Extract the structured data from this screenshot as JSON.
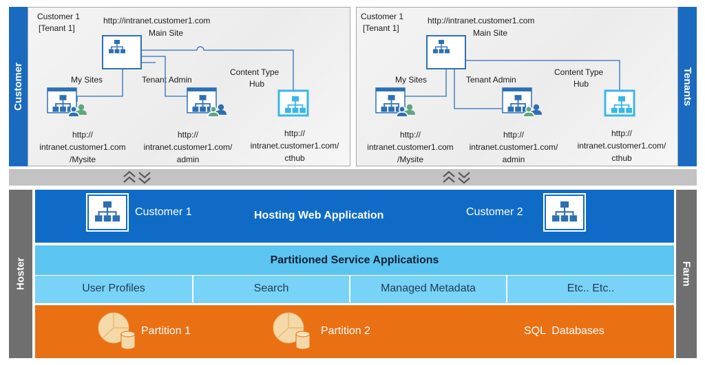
{
  "sidebars": {
    "customer": "Customer",
    "tenants": "Tenants",
    "hoster": "Hoster",
    "farm": "Farm"
  },
  "tenants": [
    {
      "tenant_name": "Customer 1",
      "tenant_id": "[Tenant 1]",
      "main_site_url": "http://intranet.customer1.com",
      "main_site_label": "Main Site",
      "my_sites_label": "My Sites",
      "tenant_admin_label": "Tenant Admin",
      "content_type_hub_label_1": "Content Type",
      "content_type_hub_label_2": "Hub",
      "my_sites_url": [
        "http://",
        "intranet.customer1.com",
        "/Mysite"
      ],
      "admin_url": [
        "http://",
        "intranet.customer1.com/",
        "admin"
      ],
      "cthub_url": [
        "http://",
        "intranet.customer1.com/",
        "cthub"
      ]
    },
    {
      "tenant_name": "Customer 1",
      "tenant_id": "[Tenant 1]",
      "main_site_url": "http://intranet.customer1.com",
      "main_site_label": "Main Site",
      "my_sites_label": "My Sites",
      "tenant_admin_label": "Tenant Admin",
      "content_type_hub_label_1": "Content Type",
      "content_type_hub_label_2": "Hub",
      "my_sites_url": [
        "http://",
        "intranet.customer1.com",
        "/Mysite"
      ],
      "admin_url": [
        "http://",
        "intranet.customer1.com/",
        "admin"
      ],
      "cthub_url": [
        "http://",
        "intranet.customer1.com/",
        "cthub"
      ]
    }
  ],
  "hosting": {
    "title": "Hosting Web Application",
    "customer_left": "Customer 1",
    "customer_right": "Customer 2"
  },
  "services": {
    "title": "Partitioned Service Applications",
    "items": [
      "User Profiles",
      "Search",
      "Managed Metadata",
      "Etc.. Etc.."
    ]
  },
  "databases": {
    "partition_1": "Partition 1",
    "partition_2": "Partition 2",
    "label": "SQL  Databases"
  },
  "colors": {
    "sidebar_blue": "#1a6bbf",
    "sidebar_gray": "#6f6f6f",
    "hosting_blue": "#0f6bc6",
    "services_light": "#5bc4f1",
    "services_cell": "#6fd0f6",
    "db_orange": "#ea7014",
    "site_icon_blue": "#2e6fb3",
    "hub_icon_cyan": "#39b6e8",
    "user_green": "#5fa67f"
  }
}
